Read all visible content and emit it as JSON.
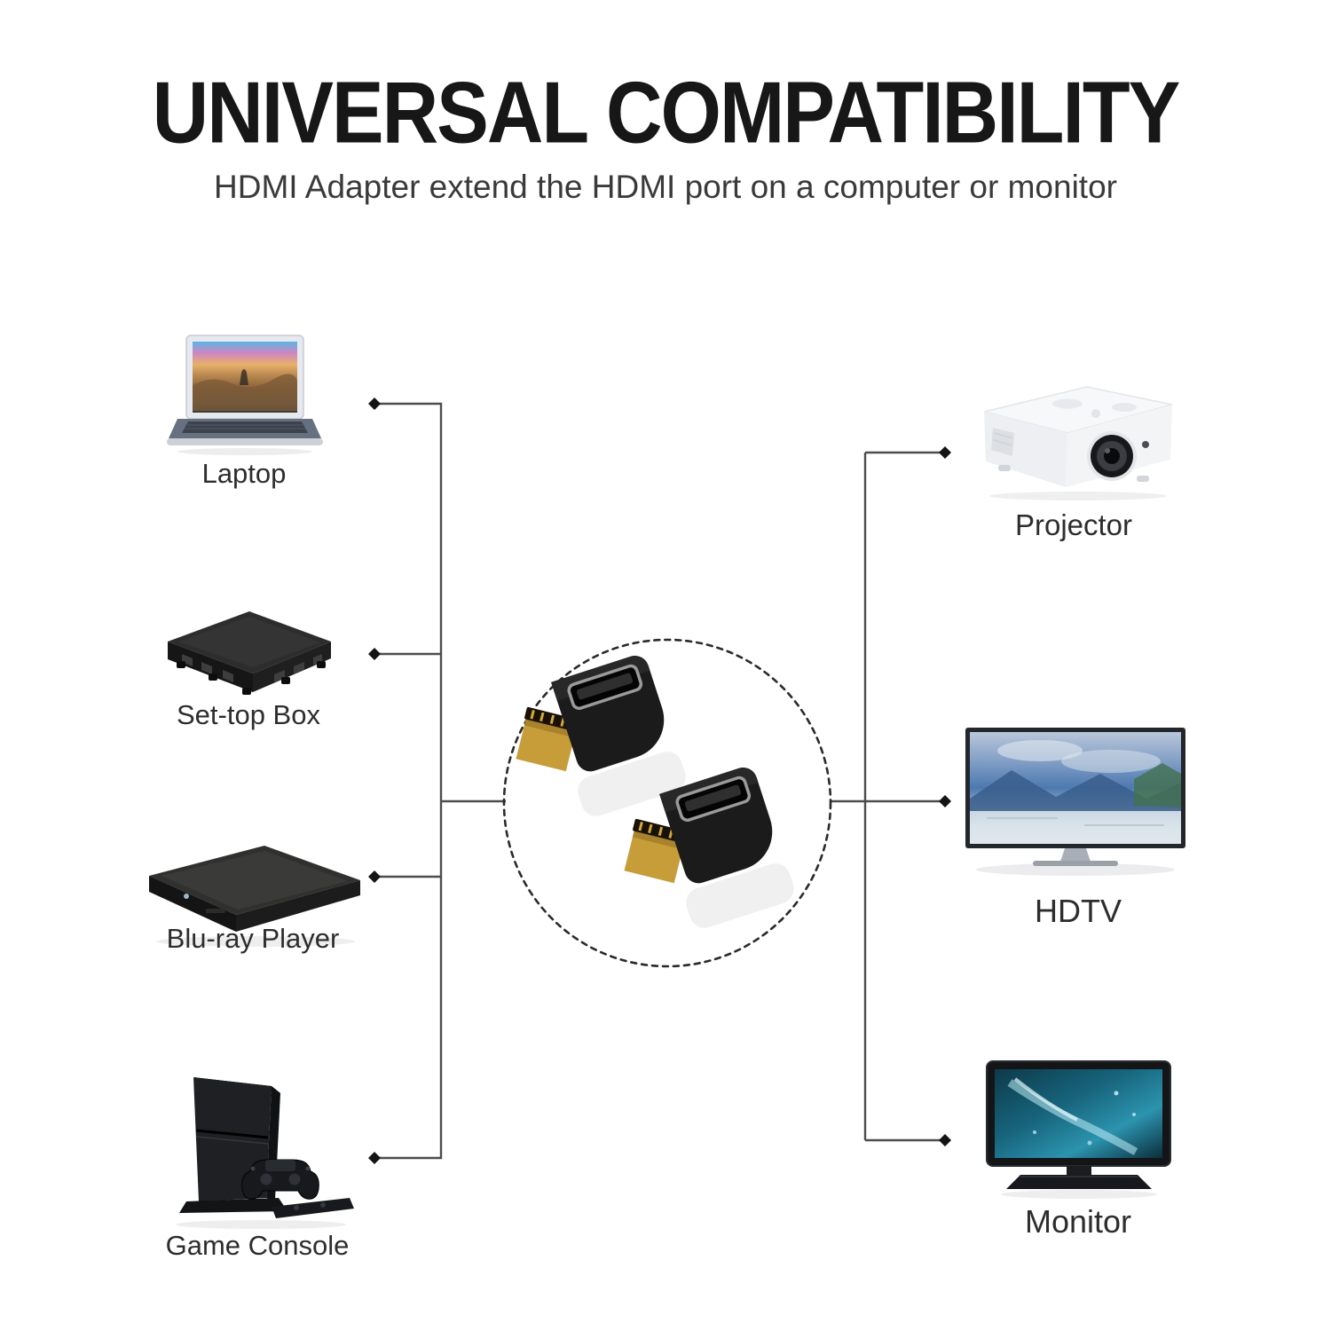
{
  "header": {
    "title": "UNIVERSAL COMPATIBILITY",
    "subtitle": "HDMI Adapter extend the HDMI port on a computer or monitor"
  },
  "diagram": {
    "left_devices": [
      {
        "id": "laptop",
        "label": "Laptop"
      },
      {
        "id": "set-top-box",
        "label": "Set-top Box"
      },
      {
        "id": "blu-ray-player",
        "label": "Blu-ray Player"
      },
      {
        "id": "game-console",
        "label": "Game Console"
      }
    ],
    "right_devices": [
      {
        "id": "projector",
        "label": "Projector"
      },
      {
        "id": "hdtv",
        "label": "HDTV"
      },
      {
        "id": "monitor",
        "label": "Monitor"
      }
    ],
    "center_product": {
      "id": "hdmi-u-shape-adapter-pair",
      "adapter_count": 2
    }
  },
  "colors": {
    "background": "#ffffff",
    "title_text": "#171717",
    "subtitle_text": "#3a3a3a",
    "label_text": "#2d2d2d",
    "connector_line": "#4d4d4d",
    "connector_node": "#141414",
    "adapter_body": "#1b1b1b",
    "adapter_gold": "#c79d3a",
    "dashed_circle": "#2a2a2a"
  }
}
